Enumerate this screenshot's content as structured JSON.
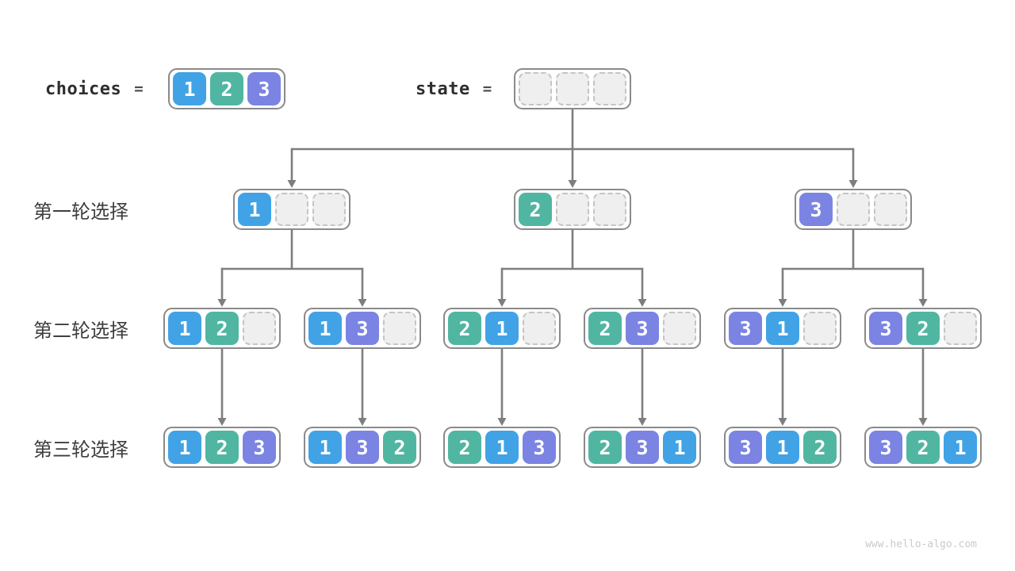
{
  "legend": {
    "choices_label": "choices",
    "choices_equals": "=",
    "choices_values": [
      "1",
      "2",
      "3"
    ],
    "state_label": "state",
    "state_equals": "=",
    "state_values": [
      "",
      "",
      ""
    ]
  },
  "rows": [
    {
      "label": "第一轮选择",
      "states": [
        [
          "1",
          "",
          ""
        ],
        [
          "2",
          "",
          ""
        ],
        [
          "3",
          "",
          ""
        ]
      ]
    },
    {
      "label": "第二轮选择",
      "states": [
        [
          "1",
          "2",
          ""
        ],
        [
          "1",
          "3",
          ""
        ],
        [
          "2",
          "1",
          ""
        ],
        [
          "2",
          "3",
          ""
        ],
        [
          "3",
          "1",
          ""
        ],
        [
          "3",
          "2",
          ""
        ]
      ]
    },
    {
      "label": "第三轮选择",
      "states": [
        [
          "1",
          "2",
          "3"
        ],
        [
          "1",
          "3",
          "2"
        ],
        [
          "2",
          "1",
          "3"
        ],
        [
          "2",
          "3",
          "1"
        ],
        [
          "3",
          "1",
          "2"
        ],
        [
          "3",
          "2",
          "1"
        ]
      ]
    }
  ],
  "edges": [
    {
      "from": "state",
      "to": [
        "r0-0",
        "r0-1",
        "r0-2"
      ]
    },
    {
      "from": "r0-0",
      "to": [
        "r1-0",
        "r1-1"
      ]
    },
    {
      "from": "r0-1",
      "to": [
        "r1-2",
        "r1-3"
      ]
    },
    {
      "from": "r0-2",
      "to": [
        "r1-4",
        "r1-5"
      ]
    },
    {
      "from": "r1-0",
      "to": [
        "r2-0"
      ]
    },
    {
      "from": "r1-1",
      "to": [
        "r2-1"
      ]
    },
    {
      "from": "r1-2",
      "to": [
        "r2-2"
      ]
    },
    {
      "from": "r1-3",
      "to": [
        "r2-3"
      ]
    },
    {
      "from": "r1-4",
      "to": [
        "r2-4"
      ]
    },
    {
      "from": "r1-5",
      "to": [
        "r2-5"
      ]
    }
  ],
  "colors": {
    "value_1": "#41a3e6",
    "value_2": "#50b6a2",
    "value_3": "#7b84e2",
    "empty_fill": "#efefef",
    "empty_border": "#c4c4c4",
    "box_border": "#8a8a8a",
    "arrow": "#7e7e7e"
  },
  "watermark": "www.hello-algo.com"
}
